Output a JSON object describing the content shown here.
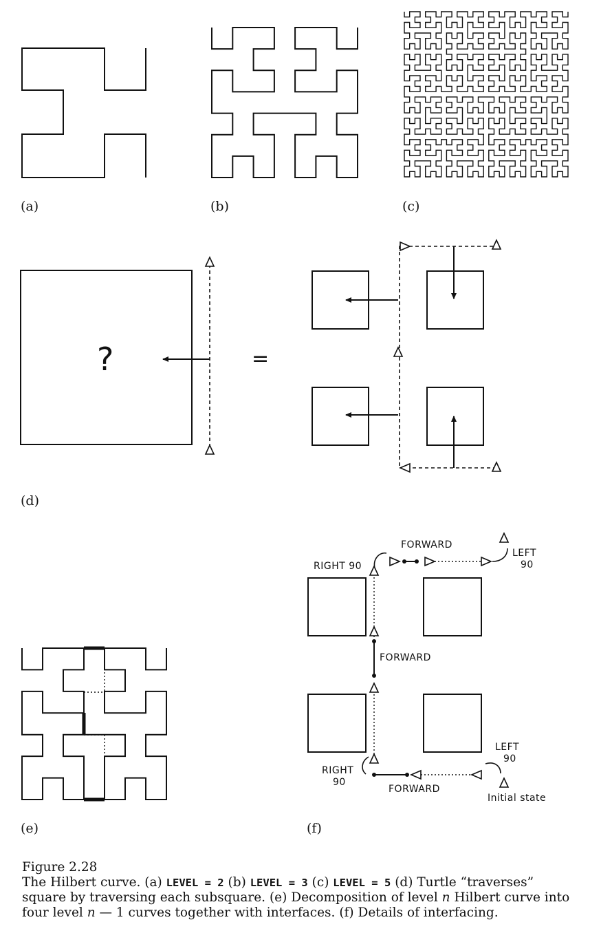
{
  "panels": {
    "a": "(a)",
    "b": "(b)",
    "c": "(c)",
    "d": "(d)",
    "e": "(e)",
    "f": "(f)"
  },
  "panel_d": {
    "question_mark": "?",
    "equals": "="
  },
  "panel_f": {
    "forward_top": "FORWARD",
    "right_top": "RIGHT 90",
    "left_top_1": "LEFT",
    "left_top_2": "90",
    "forward_middle": "FORWARD",
    "right_bottom_1": "RIGHT",
    "right_bottom_2": "90",
    "forward_bottom": "FORWARD",
    "left_bottom_1": "LEFT",
    "left_bottom_2": "90",
    "initial_state": "Initial state"
  },
  "caption": {
    "figure_number": "Figure 2.28",
    "title": "The Hilbert curve.",
    "a_label": "(a)",
    "a_code": "LEVEL = 2",
    "b_label": "(b)",
    "b_code": "LEVEL = 3",
    "c_label": "(c)",
    "c_code": "LEVEL = 5",
    "d_text_1": "(d) Turtle “traverses”",
    "d_text_2": "square by traversing each subsquare.",
    "e_text_1": "(e) Decomposition of level",
    "n1": "n",
    "e_text_2": "Hilbert curve into",
    "e_text_3": "four level",
    "n2": "n",
    "e_text_4": "— 1 curves together with interfaces.",
    "f_text": "(f) Details of interfacing."
  }
}
